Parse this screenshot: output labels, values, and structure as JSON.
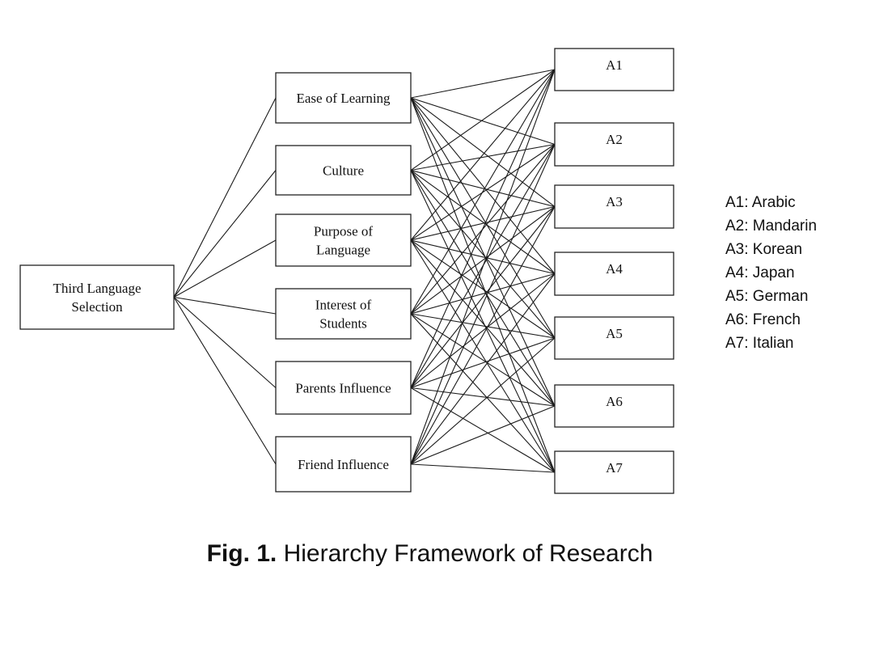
{
  "root": {
    "label_lines": [
      "Third Language",
      "Selection"
    ]
  },
  "criteria": [
    {
      "id": "c1",
      "label_lines": [
        "Ease of Learning"
      ]
    },
    {
      "id": "c2",
      "label_lines": [
        "Culture"
      ]
    },
    {
      "id": "c3",
      "label_lines": [
        "Purpose of",
        "Language"
      ]
    },
    {
      "id": "c4",
      "label_lines": [
        "Interest of",
        "Students"
      ]
    },
    {
      "id": "c5",
      "label_lines": [
        "Parents Influence"
      ]
    },
    {
      "id": "c6",
      "label_lines": [
        "Friend Influence"
      ]
    }
  ],
  "alternatives": [
    {
      "id": "a1",
      "label": "A1"
    },
    {
      "id": "a2",
      "label": "A2"
    },
    {
      "id": "a3",
      "label": "A3"
    },
    {
      "id": "a4",
      "label": "A4"
    },
    {
      "id": "a5",
      "label": "A5"
    },
    {
      "id": "a6",
      "label": "A6"
    },
    {
      "id": "a7",
      "label": "A7"
    }
  ],
  "legend": [
    "A1: Arabic",
    "A2: Mandarin",
    "A3: Korean",
    "A4: Japan",
    "A5: German",
    "A6: French",
    "A7: Italian"
  ],
  "caption": {
    "label": "Fig. 1.",
    "text": " Hierarchy Framework of Research"
  }
}
